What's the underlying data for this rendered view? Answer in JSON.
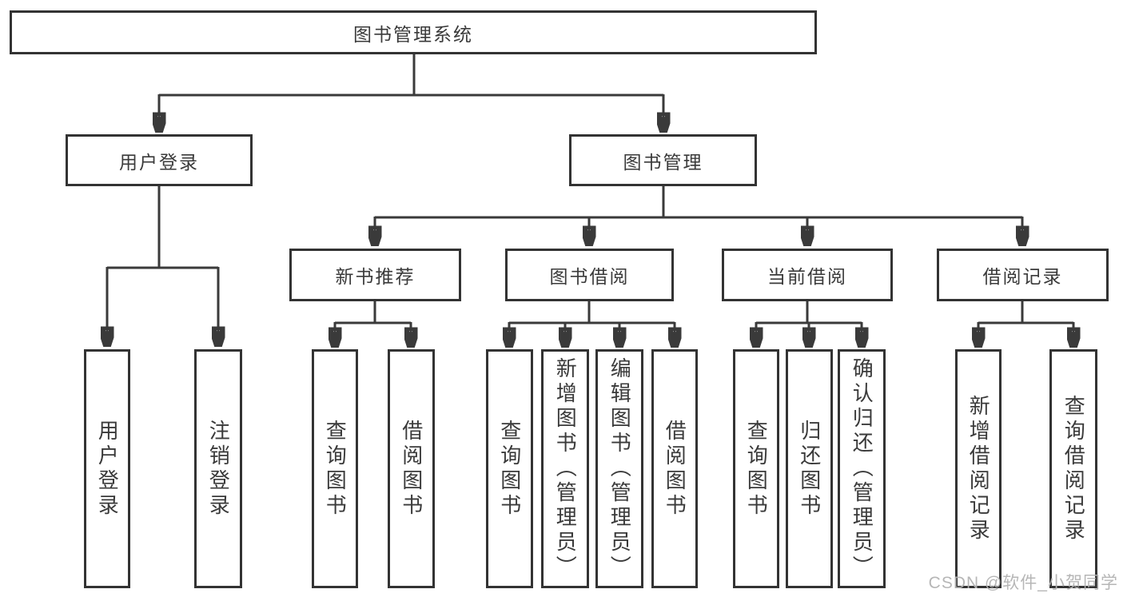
{
  "tree": {
    "root": {
      "label": "图书管理系统"
    },
    "branches": [
      {
        "label": "用户登录",
        "children": [
          {
            "label": "用户登录"
          },
          {
            "label": "注销登录"
          }
        ]
      },
      {
        "label": "图书管理",
        "children": [
          {
            "label": "新书推荐",
            "children": [
              {
                "label": "查询图书"
              },
              {
                "label": "借阅图书"
              }
            ]
          },
          {
            "label": "图书借阅",
            "children": [
              {
                "label": "查询图书"
              },
              {
                "label": "新增图书（管理员）"
              },
              {
                "label": "编辑图书（管理员）"
              },
              {
                "label": "借阅图书"
              }
            ]
          },
          {
            "label": "当前借阅",
            "children": [
              {
                "label": "查询图书"
              },
              {
                "label": "归还图书"
              },
              {
                "label": "确认归还（管理员）"
              }
            ]
          },
          {
            "label": "借阅记录",
            "children": [
              {
                "label": "新增借阅记录"
              },
              {
                "label": "查询借阅记录"
              }
            ]
          }
        ]
      }
    ]
  },
  "watermark": {
    "text": "CSDN @软件_小贺同学"
  },
  "colors": {
    "line": "#3a3a3a",
    "border": "#333333",
    "text": "#3a3a3a",
    "background": "#ffffff",
    "watermark": "#b3b3b3"
  }
}
